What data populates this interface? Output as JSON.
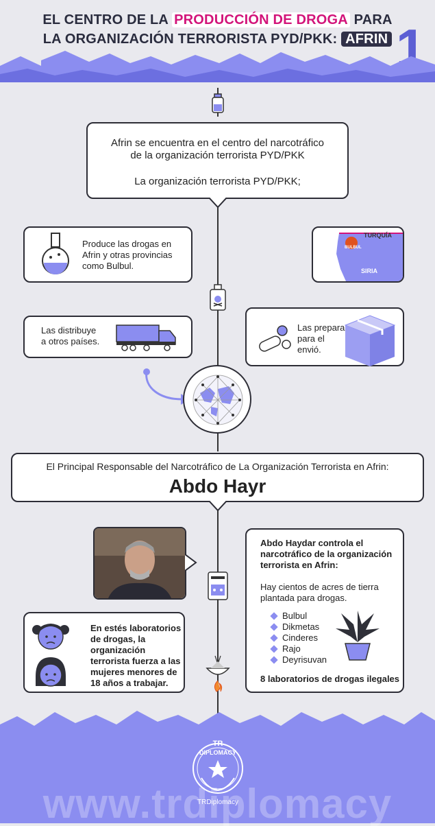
{
  "header": {
    "line1_prefix": "EL CENTRO DE LA ",
    "line1_highlight": "PRODUCCIÓN DE DROGA",
    "line1_suffix": " PARA",
    "line2_prefix": "LA ORGANIZACIÓN TERRORISTA PYD/PKK: ",
    "line2_badge": "AFRIN",
    "part_number": "1"
  },
  "intro_box": {
    "line1": "Afrin se encuentra en el centro del narcotráfico",
    "line2": "de la organización terrorista PYD/PKK",
    "line3": "La organización terrorista PYD/PKK;"
  },
  "produce_box": {
    "line1": "Produce las drogas en",
    "line2": "Afrin y otras provincias",
    "line3": "como Bulbul."
  },
  "map": {
    "label_north": "TURQUÍA",
    "label_south": "SIRIA",
    "city": "BULBUL"
  },
  "distribute_box": {
    "line1": "Las distribuye",
    "line2": "a otros países."
  },
  "prepare_box": {
    "line1": "Las prepara",
    "line2": "para el",
    "line3": "envió."
  },
  "responsible_box": {
    "heading": "El Principal Responsable del Narcotráfico de La Organización Terrorista en Afrin:",
    "name": "Abdo Hayr"
  },
  "control_box": {
    "line1": "Abdo Haydar controla el",
    "line2": "narcotráfico de la organización",
    "line3": "terrorista en Afrin:",
    "acres1": "Hay cientos de acres de tierra",
    "acres2": "plantada para drogas.",
    "places": [
      "Bulbul",
      "Dikmetas",
      "Cinderes",
      "Rajo",
      "Deyrisuvan"
    ],
    "labs": "8 laboratorios de drogas ilegales"
  },
  "women_box": {
    "line1": "En estés laboratorios",
    "line2": "de drogas, la",
    "line3": "organización",
    "line4": "terrorista fuerza a las",
    "line5": "mujeres menores de",
    "line6": "18 años a trabajar."
  },
  "footer": {
    "seal_top": "TR",
    "seal_mid": "DIPLOMACY",
    "seal_bottom": "TRDiplomacy",
    "watermark": "www.trdiplomacy"
  },
  "colors": {
    "accent_purple": "#8b8df0",
    "highlight_pink": "#d2147a",
    "dark": "#2d2d36"
  }
}
